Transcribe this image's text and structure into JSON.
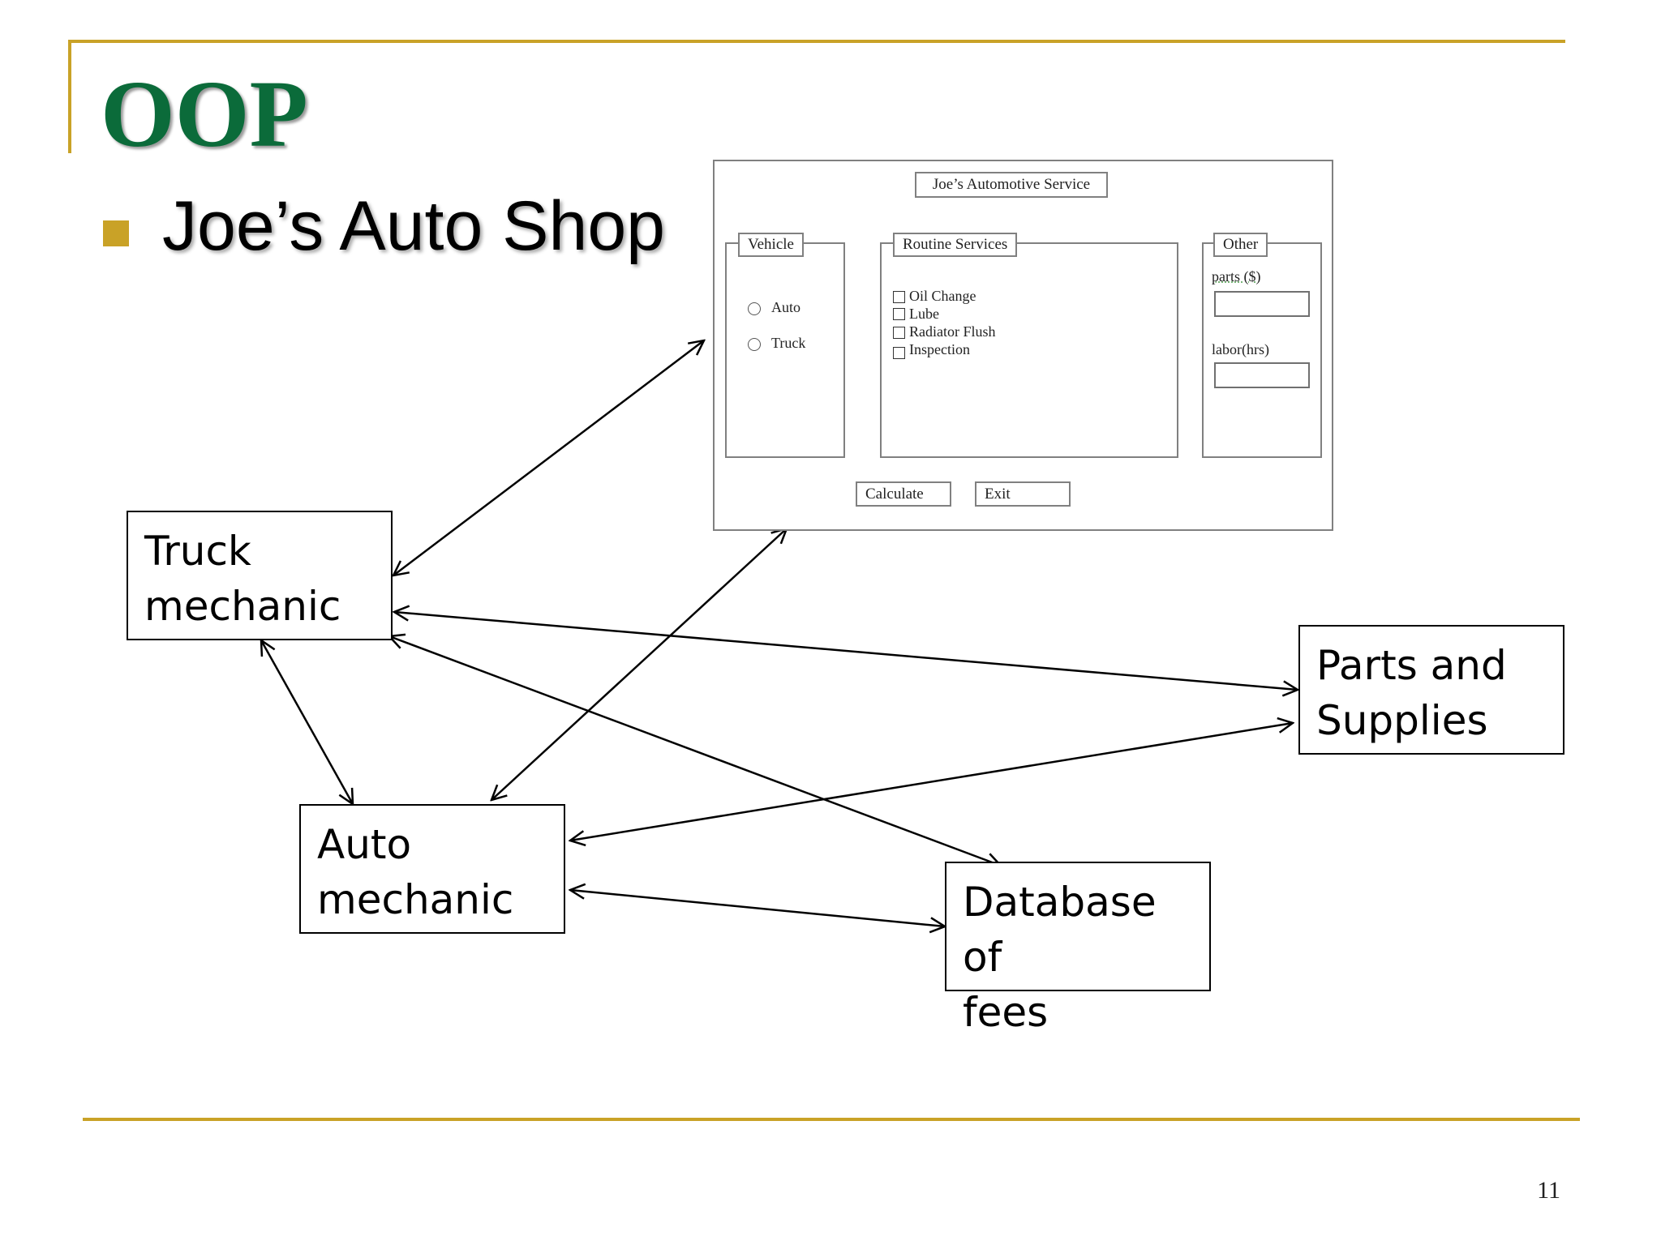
{
  "slide": {
    "title": "OOP",
    "bullet": "Joe’s Auto Shop",
    "page_number": "11",
    "colors": {
      "title_green": "#0b6b3a",
      "accent_gold": "#c9a227"
    }
  },
  "form": {
    "title": "Joe’s Automotive Service",
    "vehicle": {
      "label": "Vehicle",
      "options": [
        "Auto",
        "Truck"
      ]
    },
    "routine": {
      "label": "Routine Services",
      "items": [
        "Oil Change",
        "Lube",
        "Radiator Flush",
        "Inspection"
      ]
    },
    "other": {
      "label": "Other",
      "parts_label": "parts ($)",
      "labor_label": "labor(hrs)",
      "parts_value": "",
      "labor_value": ""
    },
    "buttons": {
      "calculate": "Calculate",
      "exit": "Exit"
    }
  },
  "diagram": {
    "nodes": {
      "truck": [
        "Truck",
        "mechanic"
      ],
      "auto": [
        "Auto",
        "mechanic"
      ],
      "parts": [
        "Parts and",
        "Supplies"
      ],
      "db": [
        "Database of",
        "fees"
      ]
    },
    "edges": [
      {
        "from": "truck",
        "to": "form",
        "bidirectional": true
      },
      {
        "from": "truck",
        "to": "parts",
        "bidirectional": true
      },
      {
        "from": "truck",
        "to": "db",
        "bidirectional": true
      },
      {
        "from": "truck",
        "to": "auto",
        "bidirectional": true
      },
      {
        "from": "auto",
        "to": "form",
        "bidirectional": true
      },
      {
        "from": "auto",
        "to": "parts",
        "bidirectional": true
      },
      {
        "from": "auto",
        "to": "db",
        "bidirectional": true
      }
    ]
  }
}
